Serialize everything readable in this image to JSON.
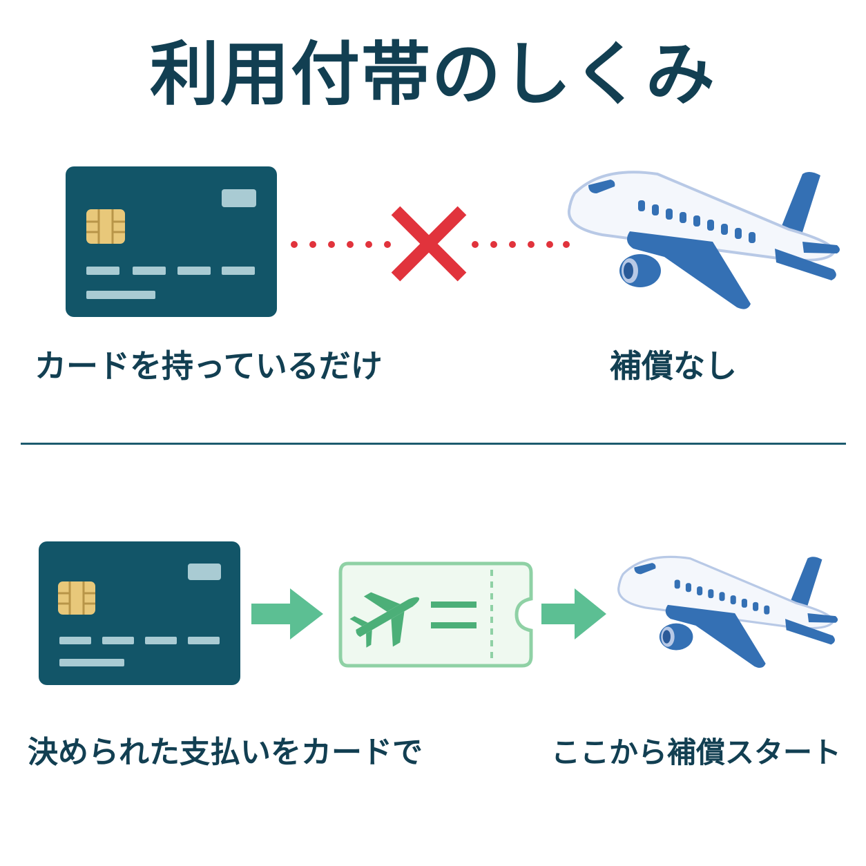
{
  "title": "利用付帯のしくみ",
  "colors": {
    "heading": "#123f52",
    "card": "#125568",
    "chip": "#e8c87a",
    "card_stripe": "#a9cbd3",
    "cross": "#e1333c",
    "arrow": "#5cbf93",
    "ticket_border": "#8fd1a5",
    "ticket_fill": "#eff9f0",
    "ticket_icon": "#4caf78",
    "plane_body": "#f4f7fc",
    "plane_accent": "#3470b4",
    "divider": "#1c5a6e"
  },
  "top_row": {
    "card_icon": "credit-card-icon",
    "connector_icon": "cross-icon",
    "plane_icon": "airplane-icon",
    "left_label": "カードを持っているだけ",
    "right_label": "補償なし"
  },
  "bottom_row": {
    "card_icon": "credit-card-icon",
    "arrow_icon": "right-arrow-icon",
    "ticket_icon": "airline-ticket-icon",
    "plane_icon": "airplane-icon",
    "left_label": "決められた支払いをカードで",
    "right_label": "ここから補償スタート"
  }
}
